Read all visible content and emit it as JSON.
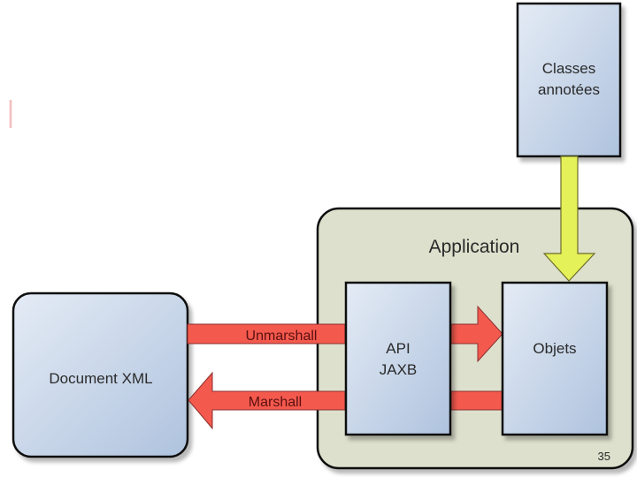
{
  "diagram": {
    "title": "",
    "nodes": {
      "classes": {
        "line1": "Classes",
        "line2": "annotées"
      },
      "application": {
        "label": "Application"
      },
      "api": {
        "line1": "API",
        "line2": "JAXB"
      },
      "objets": {
        "label": "Objets"
      },
      "document": {
        "label": "Document XML"
      }
    },
    "edges": {
      "unmarshall": {
        "label": "Unmarshall",
        "from": "Document XML",
        "to": "Objets"
      },
      "marshall": {
        "label": "Marshall",
        "from": "Objets",
        "to": "Document XML"
      },
      "annotation": {
        "from": "Classes annotées",
        "to": "Objets"
      }
    },
    "colors": {
      "box_fill_light": "#e2e9f4",
      "box_fill_dark": "#b3c6e0",
      "container_fill": "#dde0cc",
      "red_arrow": "#f4594d",
      "yellow_arrow": "#e5f158",
      "stroke": "#111111"
    }
  },
  "slide": {
    "page_number": "35"
  }
}
